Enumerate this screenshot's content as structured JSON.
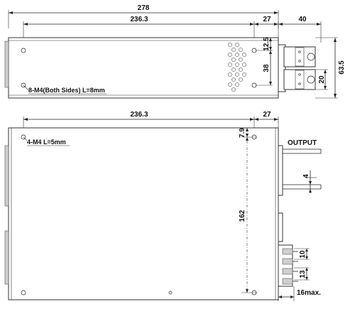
{
  "top_view": {
    "dim_overall_length": "278",
    "dim_hole_spacing": "236.3",
    "dim_end_offset": "27",
    "dim_terminal_width": "40",
    "dim_overall_height": "63.5",
    "dim_hole_offset_top": "12.5",
    "dim_hole_spacing_vertical": "38",
    "dim_terminal_height": "20",
    "note_mounting": "8-M4(Both Sides) L=8mm"
  },
  "bottom_view": {
    "dim_hole_spacing": "236.3",
    "dim_end_offset": "27",
    "dim_hole_offset_top": "7.9",
    "dim_hole_spacing_vertical": "162",
    "dim_pin_pitch": "4",
    "dim_terminal_pitch_a": "10",
    "dim_terminal_pitch_b": "13",
    "dim_max_protrusion": "16max.",
    "label_output": "OUTPUT",
    "note_mounting": "4-M4 L=5mm"
  }
}
